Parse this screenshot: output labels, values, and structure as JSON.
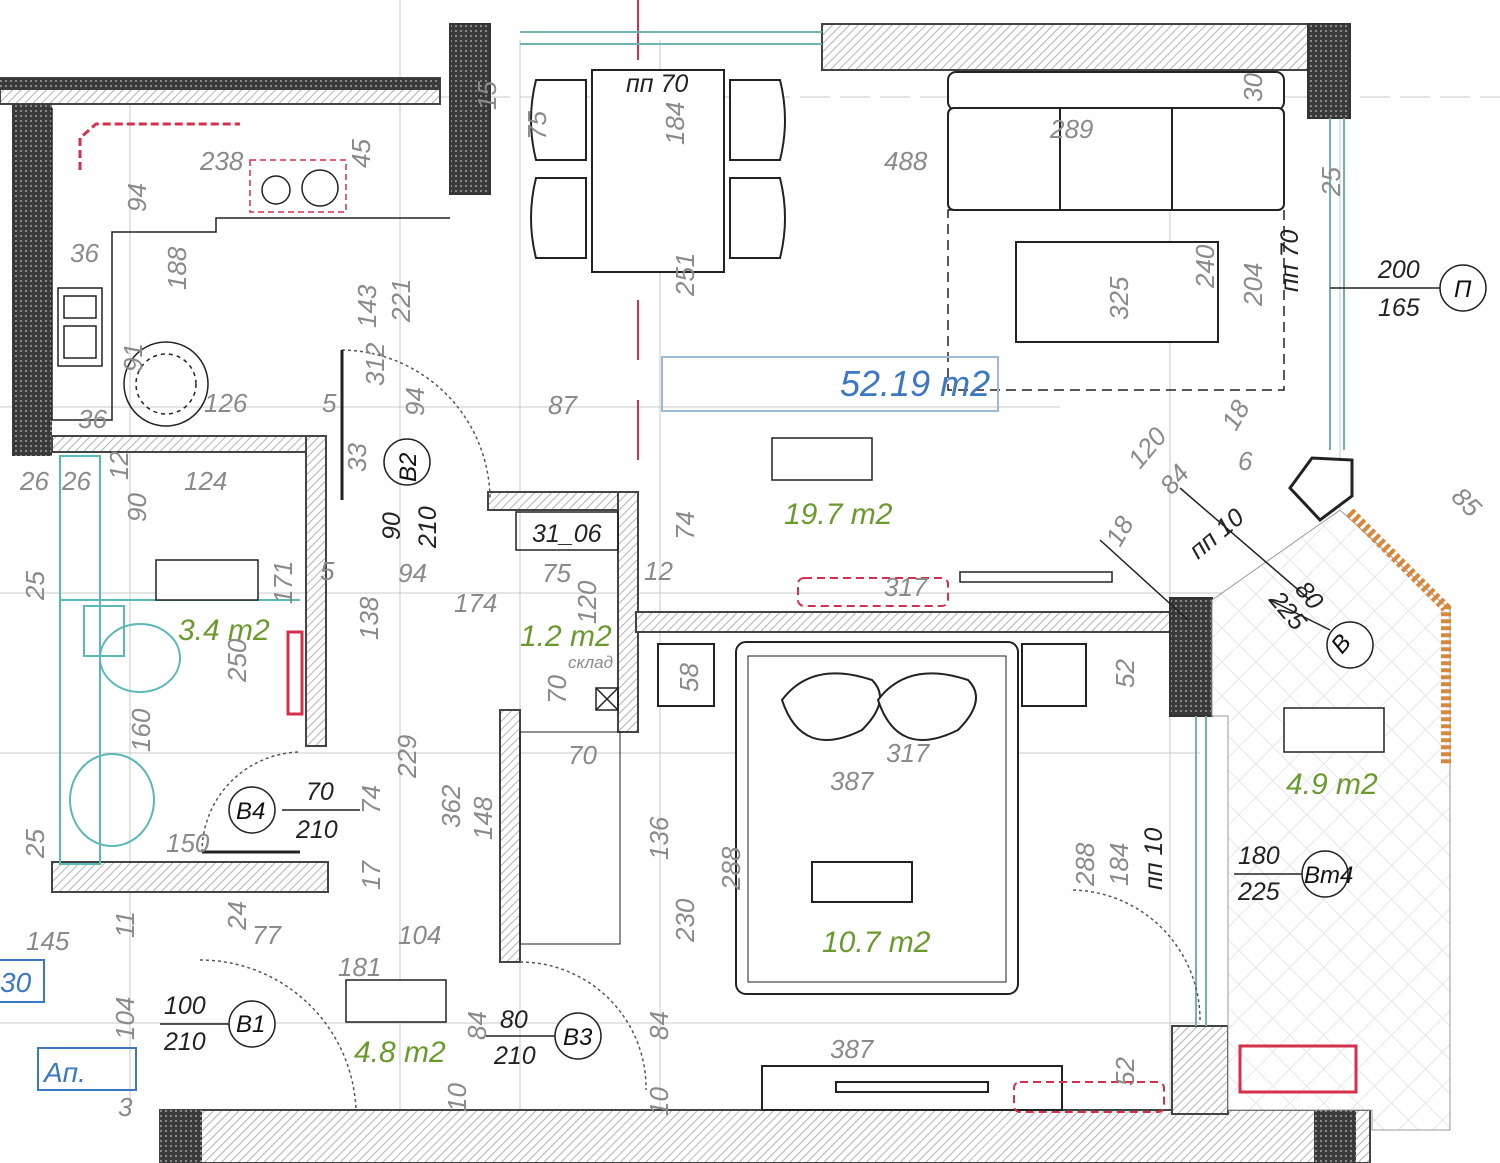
{
  "colors": {
    "wall": "#555555",
    "hatch": "#9a9a9a",
    "dim_line": "#9a9a9a",
    "area_green": "#6a9a2e",
    "area_blue": "#3b77c4",
    "red_marker": "#d62f4b",
    "cyan_fixture": "#5ab8b8",
    "orange_rail": "#d9873a"
  },
  "areas": {
    "total": "52.19 m2",
    "living": "19.7 m2",
    "bedroom": "10.7 m2",
    "bath": "3.4 m2",
    "storage": "1.2 m2",
    "hall": "4.8 m2",
    "balcony": "4.9 m2"
  },
  "room_labels": {
    "unit_code": "31_06",
    "storage_note": "склад",
    "apt": "Ап.",
    "left_blue": "30"
  },
  "door_tags": {
    "B1": "B1",
    "B2": "B2",
    "B3": "B3",
    "B4": "B4",
    "B": "B",
    "Bt4": "Вт4",
    "P": "П"
  },
  "door_sizes": {
    "B1_w": "100",
    "B1_h": "210",
    "B2_w": "90",
    "B2_h": "210",
    "B3_w": "80",
    "B3_h": "210",
    "B4_w": "70",
    "B4_h": "210",
    "P_w": "200",
    "P_h": "165",
    "B_w": "80",
    "B_h": "225",
    "Bt4_w": "180",
    "Bt4_h": "225"
  },
  "sill_notes": {
    "pp70_top": "пп 70",
    "pp70_right": "пп 70",
    "pp10_a": "пп 10",
    "pp10_b": "пп 10"
  },
  "dims": {
    "d15": "15",
    "d75": "75",
    "d184": "184",
    "d488": "488",
    "d289": "289",
    "d30": "30",
    "d25": "25",
    "d240": "240",
    "d325": "325",
    "d204": "204",
    "d251": "251",
    "d238": "238",
    "d45": "45",
    "d94a": "94",
    "d36": "36",
    "d188": "188",
    "d143": "143",
    "d221": "221",
    "d312": "312",
    "d91": "91",
    "d126": "126",
    "d5a": "5",
    "d94b": "94",
    "d87": "87",
    "d120": "120",
    "d18a": "18",
    "d84a": "84",
    "d6": "6",
    "d18b": "18",
    "d85": "85",
    "d36b": "36",
    "d26a": "26",
    "d26b": "26",
    "d12a": "12",
    "d124": "124",
    "d90": "90",
    "d33": "33",
    "d74a": "74",
    "d25b": "25",
    "d171": "171",
    "d250": "250",
    "d5b": "5",
    "d94c": "94",
    "d174": "174",
    "d75b": "75",
    "d12b": "12",
    "d317a": "317",
    "d120b": "120",
    "d138": "138",
    "d58": "58",
    "d52a": "52",
    "d160a": "160",
    "d229": "229",
    "d362": "362",
    "d70": "70",
    "d70b": "70",
    "d317b": "317",
    "d387a": "387",
    "d148": "148",
    "d136": "136",
    "d288a": "288",
    "d288b": "288",
    "d184b": "184",
    "d25c": "25",
    "d150": "150",
    "d74b": "74",
    "d17": "17",
    "d24": "24",
    "d77": "77",
    "d104a": "104",
    "d11": "11",
    "d230": "230",
    "d145": "145",
    "d181": "181",
    "d104b": "104",
    "d84b": "84",
    "d84c": "84",
    "d387b": "387",
    "d52b": "52",
    "d10a": "10",
    "d10b": "10",
    "d3": "3"
  }
}
